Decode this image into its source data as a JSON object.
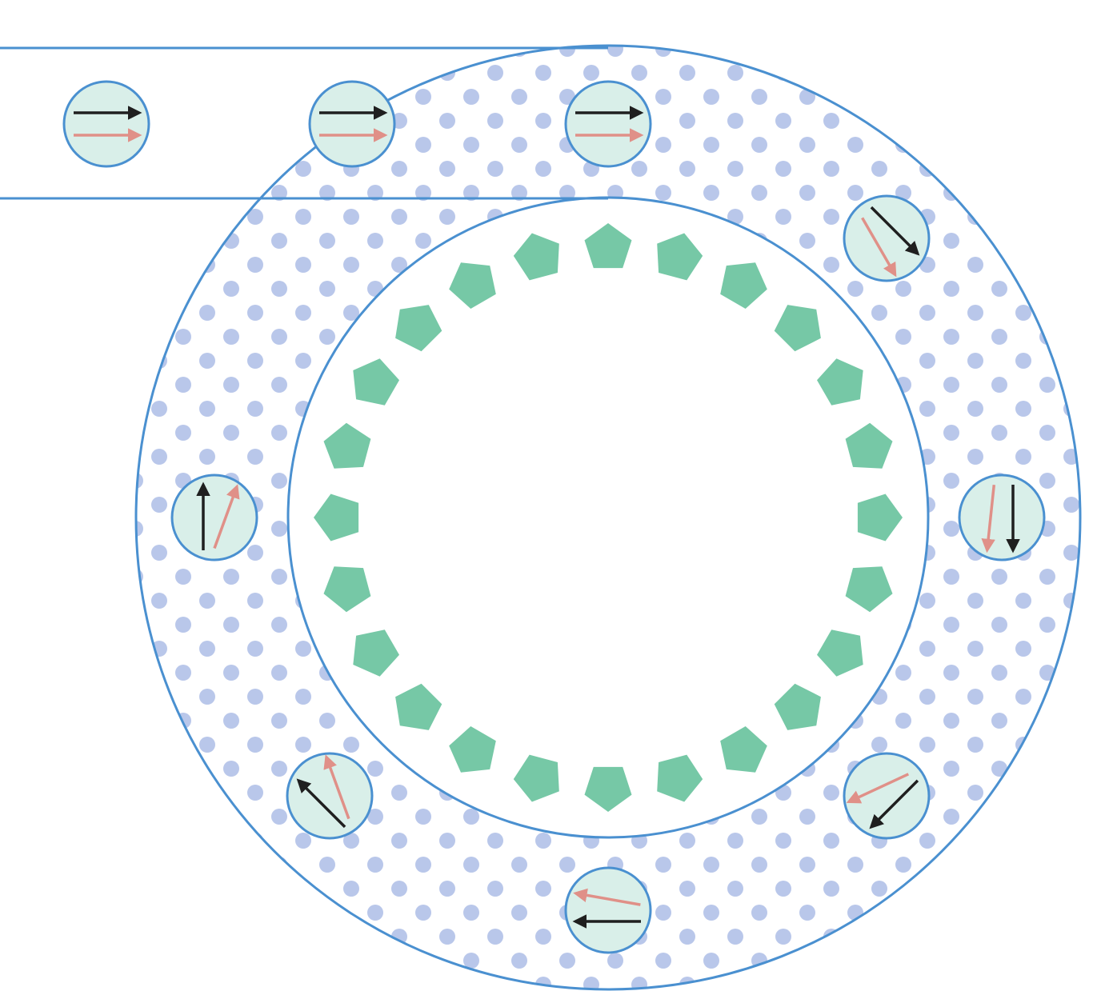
{
  "colors": {
    "outline": "#4a90d0",
    "dots": "#b9c7ea",
    "particle_fill": "#d9efe9",
    "arrow_dark": "#1f1f1f",
    "arrow_pink": "#e09088",
    "pentagon": "#76c8a6",
    "background": "#ffffff"
  },
  "ring": {
    "pentagon_count": 24
  },
  "particles": [
    {
      "id": "feed-particle-1",
      "region": "feed-channel",
      "dark_angle_deg": 0,
      "pink_angle_deg": 0
    },
    {
      "id": "feed-particle-2",
      "region": "feed-channel",
      "dark_angle_deg": 0,
      "pink_angle_deg": 0
    },
    {
      "id": "ring-particle-top",
      "region": "ring-top",
      "dark_angle_deg": 0,
      "pink_angle_deg": 0
    },
    {
      "id": "ring-particle-upper-right",
      "region": "ring-upper-right",
      "dark_angle_deg": 45,
      "pink_angle_deg": 60
    },
    {
      "id": "ring-particle-right",
      "region": "ring-right",
      "dark_angle_deg": 90,
      "pink_angle_deg": 96
    },
    {
      "id": "ring-particle-lower-right",
      "region": "ring-lower-right",
      "dark_angle_deg": 135,
      "pink_angle_deg": 155
    },
    {
      "id": "ring-particle-bottom",
      "region": "ring-bottom",
      "dark_angle_deg": 180,
      "pink_angle_deg": 190
    },
    {
      "id": "ring-particle-lower-left",
      "region": "ring-lower-left",
      "dark_angle_deg": 225,
      "pink_angle_deg": 250
    },
    {
      "id": "ring-particle-left",
      "region": "ring-left",
      "dark_angle_deg": 270,
      "pink_angle_deg": 290
    }
  ]
}
